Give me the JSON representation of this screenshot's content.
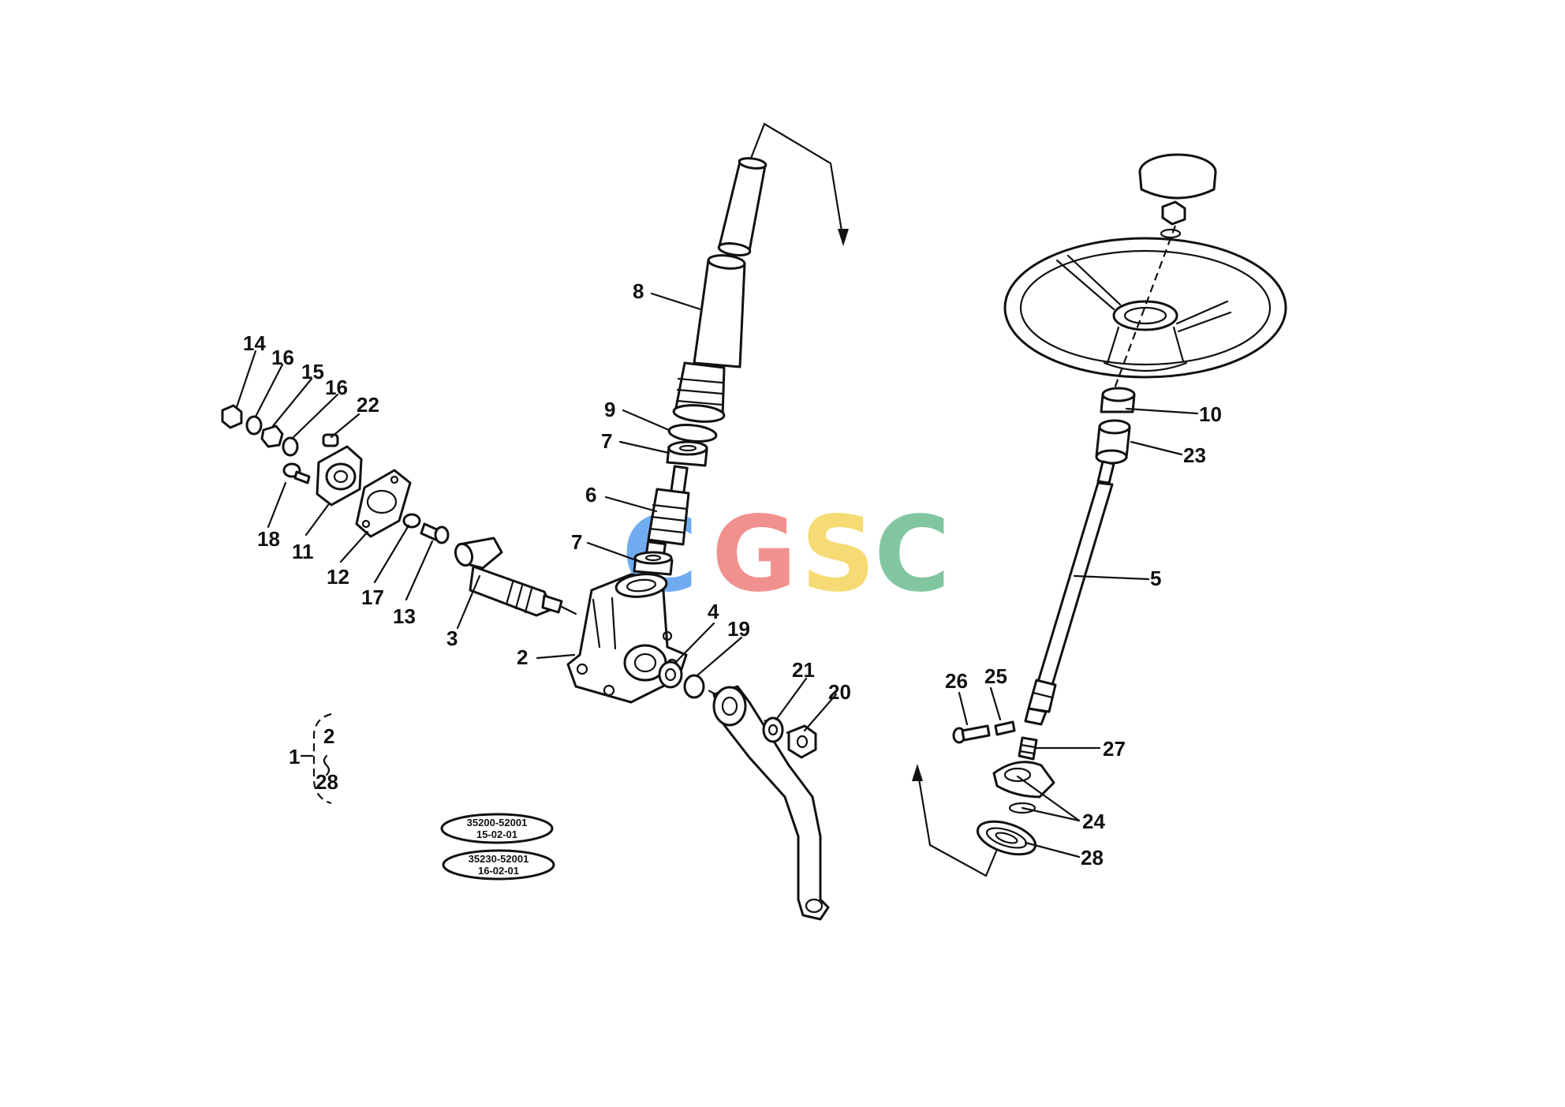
{
  "callouts": {
    "c1": "1",
    "c2": "2",
    "c2b": "2",
    "c3": "3",
    "c4": "4",
    "c5": "5",
    "c6": "6",
    "c7a": "7",
    "c7b": "7",
    "c8": "8",
    "c9": "9",
    "c10": "10",
    "c11": "11",
    "c12": "12",
    "c13": "13",
    "c14": "14",
    "c15": "15",
    "c16a": "16",
    "c16b": "16",
    "c17": "17",
    "c18": "18",
    "c19": "19",
    "c20": "20",
    "c21": "21",
    "c22": "22",
    "c23": "23",
    "c24": "24",
    "c25": "25",
    "c26": "26",
    "c27": "27",
    "c28": "28",
    "c28b": "28"
  },
  "references": {
    "ref1_line1": "35200-52001",
    "ref1_line2": "15-02-01",
    "ref2_line1": "35230-52001",
    "ref2_line2": "16-02-01"
  },
  "watermark": {
    "letters": [
      "C",
      "G",
      "S",
      "C"
    ],
    "colors": [
      "#6aa8f0",
      "#f08c8a",
      "#f6da6e",
      "#7cc49a"
    ]
  }
}
